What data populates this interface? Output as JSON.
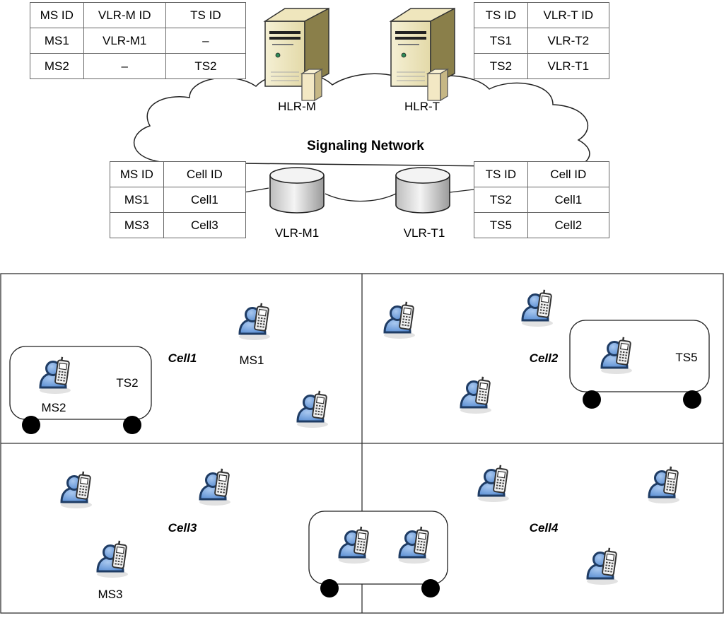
{
  "network": {
    "title": "Signaling Network",
    "servers": [
      {
        "label": "HLR-M",
        "icon": "server-tower-icon"
      },
      {
        "label": "HLR-T",
        "icon": "server-tower-icon"
      }
    ],
    "databases": [
      {
        "label": "VLR-M1",
        "icon": "database-cylinder-icon"
      },
      {
        "label": "VLR-T1",
        "icon": "database-cylinder-icon"
      }
    ]
  },
  "tables": {
    "hlr_m": {
      "headers": [
        "MS ID",
        "VLR-M ID",
        "TS ID"
      ],
      "rows": [
        [
          "MS1",
          "VLR-M1",
          "–"
        ],
        [
          "MS2",
          "–",
          "TS2"
        ]
      ]
    },
    "hlr_t": {
      "headers": [
        "TS ID",
        "VLR-T ID"
      ],
      "rows": [
        [
          "TS1",
          "VLR-T2"
        ],
        [
          "TS2",
          "VLR-T1"
        ]
      ]
    },
    "vlr_m1": {
      "headers": [
        "MS ID",
        "Cell ID"
      ],
      "rows": [
        [
          "MS1",
          "Cell1"
        ],
        [
          "MS3",
          "Cell3"
        ]
      ]
    },
    "vlr_t1": {
      "headers": [
        "TS ID",
        "Cell ID"
      ],
      "rows": [
        [
          "TS2",
          "Cell1"
        ],
        [
          "TS5",
          "Cell2"
        ]
      ]
    }
  },
  "cells": [
    {
      "label": "Cell1"
    },
    {
      "label": "Cell2"
    },
    {
      "label": "Cell3"
    },
    {
      "label": "Cell4"
    }
  ],
  "labels": {
    "ms1": "MS1",
    "ms2": "MS2",
    "ms3": "MS3",
    "ts2": "TS2",
    "ts5": "TS5"
  },
  "icons": {
    "user": "mobile-user-icon",
    "vehicle": "vehicle-terminal-icon"
  },
  "colors": {
    "user_fill": "#6b9ddc",
    "user_stroke": "#1f3c64",
    "phone_fill": "#f2f2f2",
    "wheel": "#000000"
  }
}
